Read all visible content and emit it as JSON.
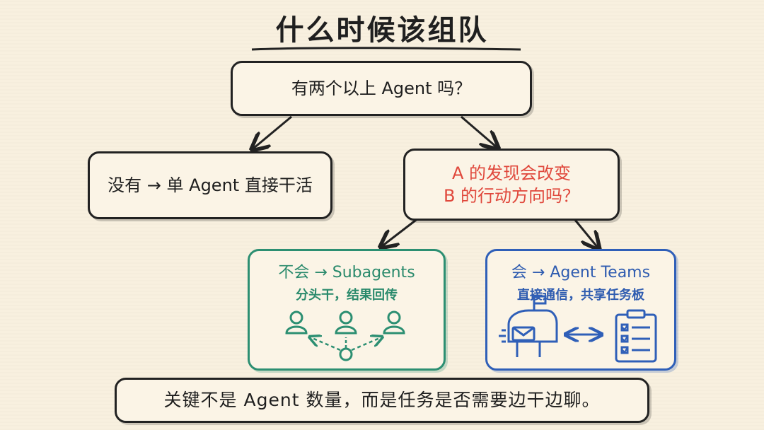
{
  "title": "什么时候该组队",
  "question1": "有两个以上 Agent 吗？",
  "no_branch": "没有 → 单 Agent 直接干活",
  "question2": {
    "line1": "A 的发现会改变",
    "line2": "B 的行动方向吗？"
  },
  "subagents": {
    "heading": "不会 → Subagents",
    "sub": "分头干，结果回传"
  },
  "teams": {
    "heading": "会 → Agent Teams",
    "sub": "直接通信，共享任务板"
  },
  "footer": "关键不是 Agent 数量，而是任务是否需要边干边聊。",
  "colors": {
    "ink": "#222222",
    "red": "#e0483c",
    "green": "#2c8f72",
    "blue": "#2f5fb8",
    "paper": "#f8f0df"
  },
  "icons": [
    "person-icon",
    "mailbox-icon",
    "double-arrow-icon",
    "clipboard-checklist-icon"
  ]
}
